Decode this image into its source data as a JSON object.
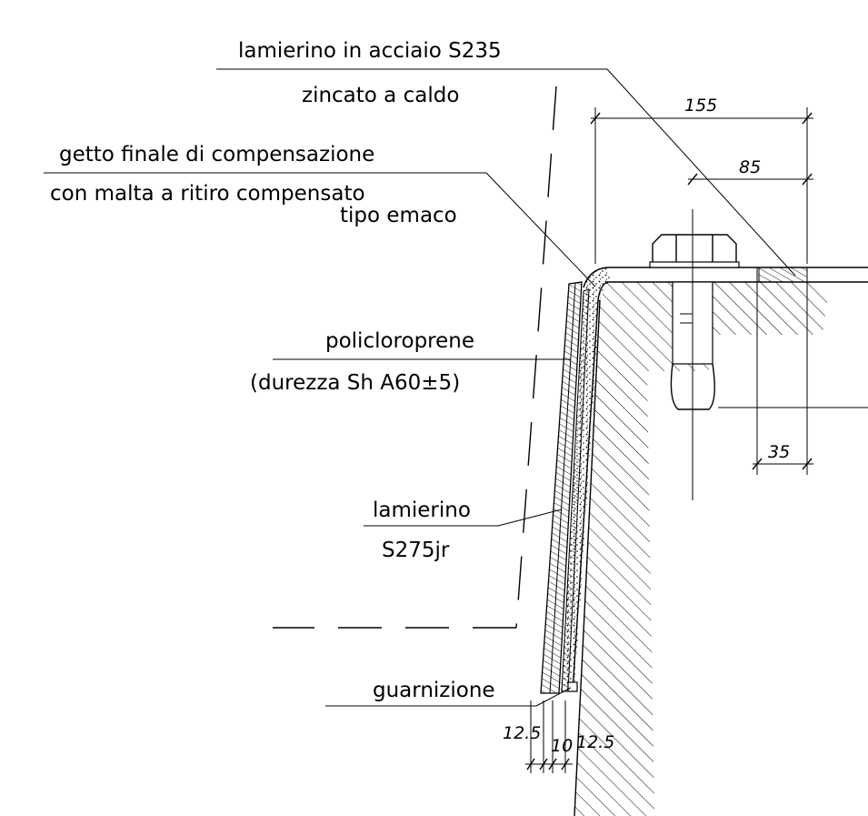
{
  "labels": {
    "plate_line1": "lamierino in acciaio S235",
    "plate_line2": "zincato a caldo",
    "grout_line1": "getto finale di compensazione",
    "grout_line2": "con malta a ritiro compensato",
    "grout_line3": "tipo emaco",
    "neoprene_line1": "policloroprene",
    "neoprene_line2": "(durezza Sh A60±5)",
    "sheet_line1": "lamierino",
    "sheet_line2": "S275jr",
    "gasket": "guarnizione"
  },
  "dimensions": {
    "d155": "155",
    "d85": "85",
    "d35": "35",
    "d12_5_left": "12.5",
    "d10": "10",
    "d12_5_right": "12.5"
  }
}
